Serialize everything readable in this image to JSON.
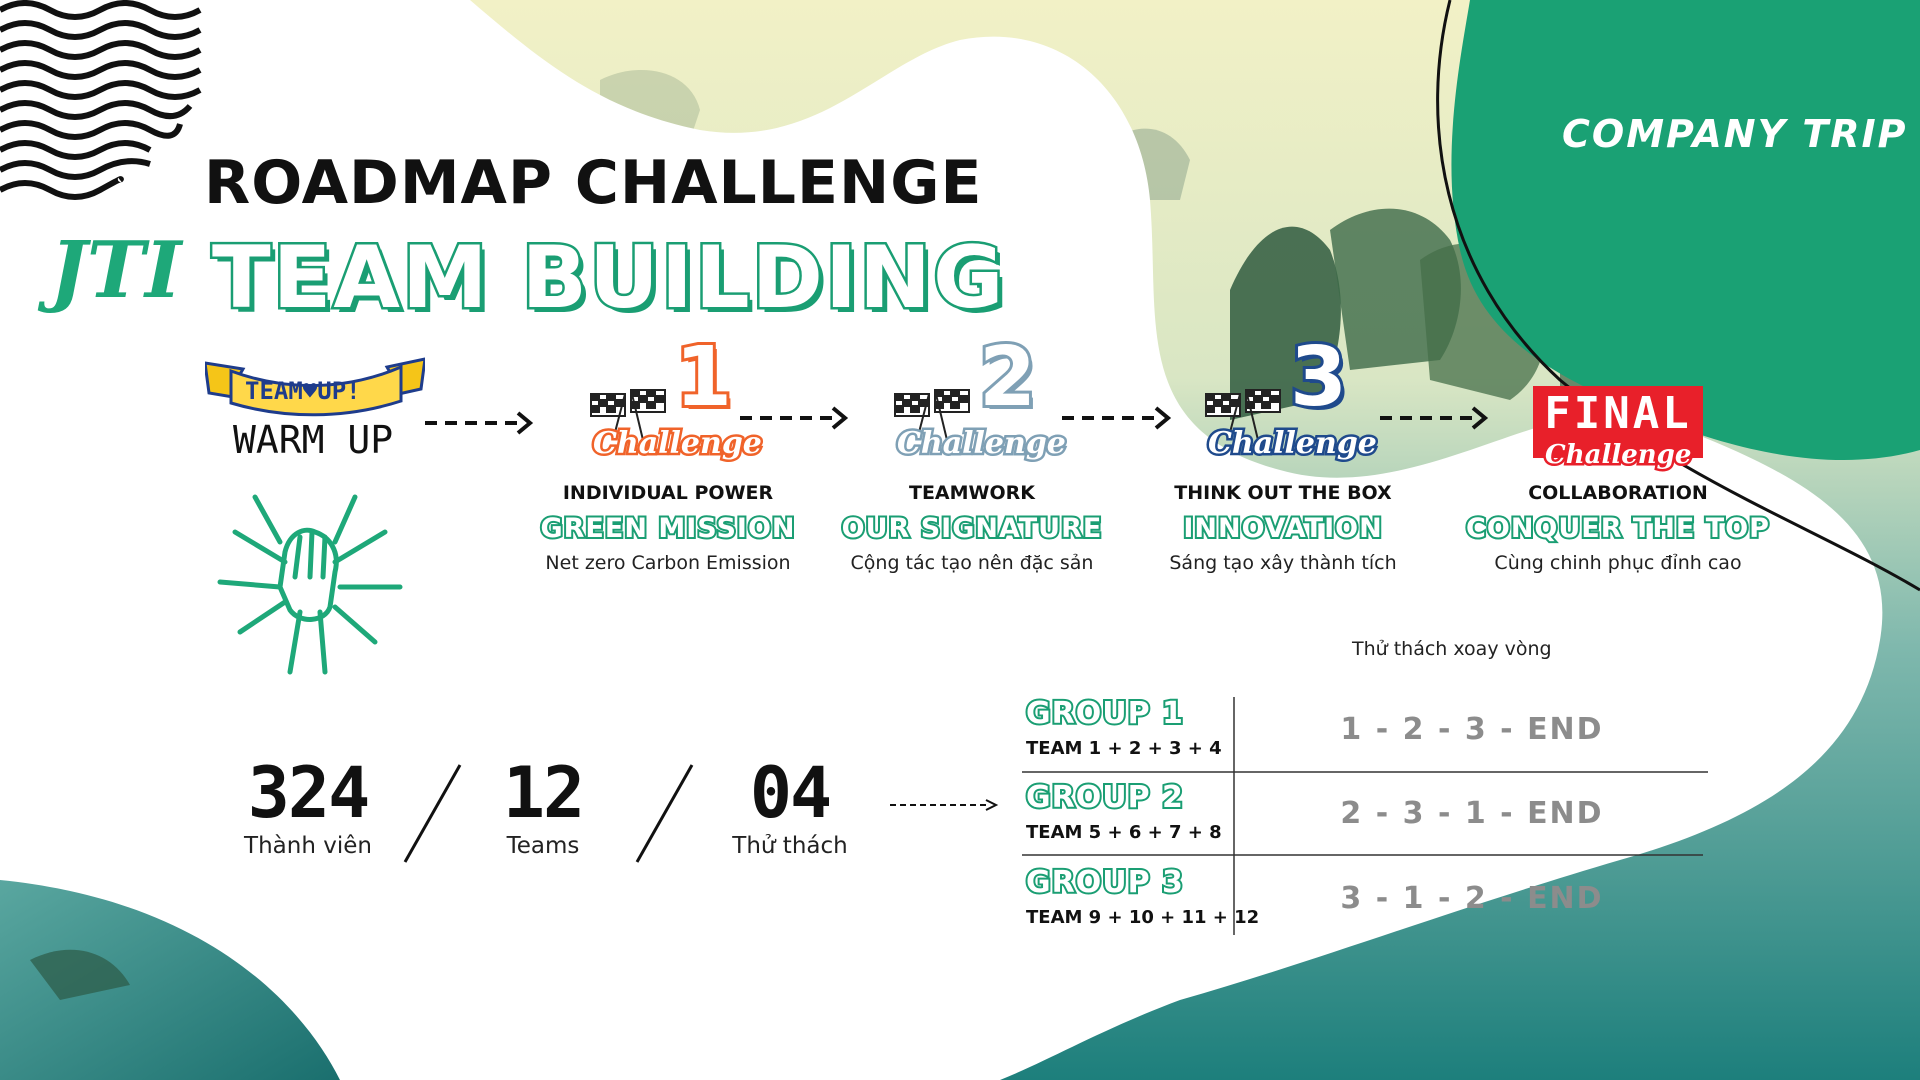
{
  "header": {
    "logo": "JTI",
    "title": "ROADMAP CHALLENGE",
    "subtitle": "TEAM BUILDING",
    "badge": "COMPANY TRIP"
  },
  "warmup": {
    "banner": "TEAM♥UP!",
    "label": "WARM UP",
    "icon": "team-hands-icon"
  },
  "stages": [
    {
      "badge_word": "Challenge",
      "badge_num": "1",
      "category": "INDIVIDUAL POWER",
      "name": "GREEN MISSION",
      "desc": "Net zero Carbon Emission",
      "color": "#f0632a"
    },
    {
      "badge_word": "Challenge",
      "badge_num": "2",
      "category": "TEAMWORK",
      "name": "OUR SIGNATURE",
      "desc": "Cộng tác tạo nên đặc sản",
      "color": "#7fa0b5"
    },
    {
      "badge_word": "Challenge",
      "badge_num": "3",
      "category": "THINK OUT THE BOX",
      "name": "INNOVATION",
      "desc": "Sáng tạo xây thành tích",
      "color": "#1f4a8c"
    },
    {
      "badge_word": "Challenge",
      "badge_num": "FINAL",
      "category": "COLLABORATION",
      "name": "CONQUER THE TOP",
      "desc": "Cùng chinh phục đỉnh cao",
      "color": "#e8202a"
    }
  ],
  "stats": [
    {
      "value": "324",
      "label": "Thành viên"
    },
    {
      "value": "12",
      "label": "Teams"
    },
    {
      "value": "04",
      "label": "Thử thách"
    }
  ],
  "rotation": {
    "title": "Thử thách xoay vòng",
    "groups": [
      {
        "name": "GROUP 1",
        "teams": "TEAM 1 + 2 + 3 + 4",
        "order": "1 - 2 - 3 - END"
      },
      {
        "name": "GROUP 2",
        "teams": "TEAM 5 + 6 + 7 + 8",
        "order": "2 - 3 - 1 - END"
      },
      {
        "name": "GROUP 3",
        "teams": "TEAM 9 + 10 + 11 + 12",
        "order": "3 - 1 - 2 - END"
      }
    ]
  },
  "colors": {
    "brand_green": "#1ea879",
    "dark_green": "#1a9e73",
    "sea": "#2f8f8c"
  }
}
